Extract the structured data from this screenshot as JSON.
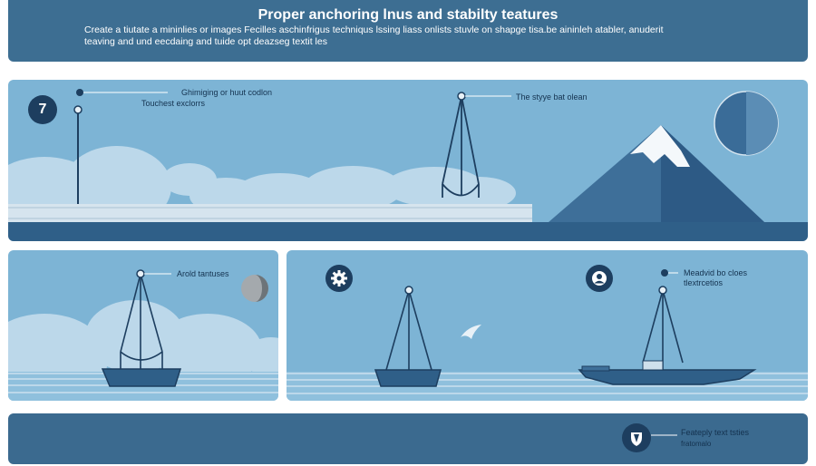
{
  "header": {
    "title": "Proper anchoring lnus and stabilty teatures",
    "subtitle_line1": "Create a tiutate a mininlies or images Fecilles aschinfrigus techniqus lssing liass onlists stuvle on shapge tisa.be aininleh atabler, anuderit",
    "subtitle_line2": "teaving and und eecdaing and tuide opt deazseg textit les"
  },
  "top_panel": {
    "step_number": "7",
    "callout_left_line1": "Ghimiging or huut codlon",
    "callout_left_line2": "Touchest exclorrs",
    "callout_right": "The styye bat olean"
  },
  "bottom_left_panel": {
    "callout": "Arold tantuses"
  },
  "bottom_right_panel": {
    "callout_line1": "Meadvid bo cloes",
    "callout_line2": "tlextrcetios"
  },
  "footer": {
    "callout_line1": "Feateply text tsties",
    "callout_line2": "fratomalo"
  },
  "icons": {
    "gear": "gear-icon",
    "person": "person-icon",
    "shield": "shield-icon",
    "moon": "moon-icon",
    "bird": "bird-icon"
  },
  "colors": {
    "panel_sky": "#7db4d5",
    "header_bg": "#3d6e92",
    "footer_bg": "#3b6a8f",
    "water": "#2f5f88",
    "mountain": "#3e6f99",
    "badge": "#1d3e5f"
  }
}
